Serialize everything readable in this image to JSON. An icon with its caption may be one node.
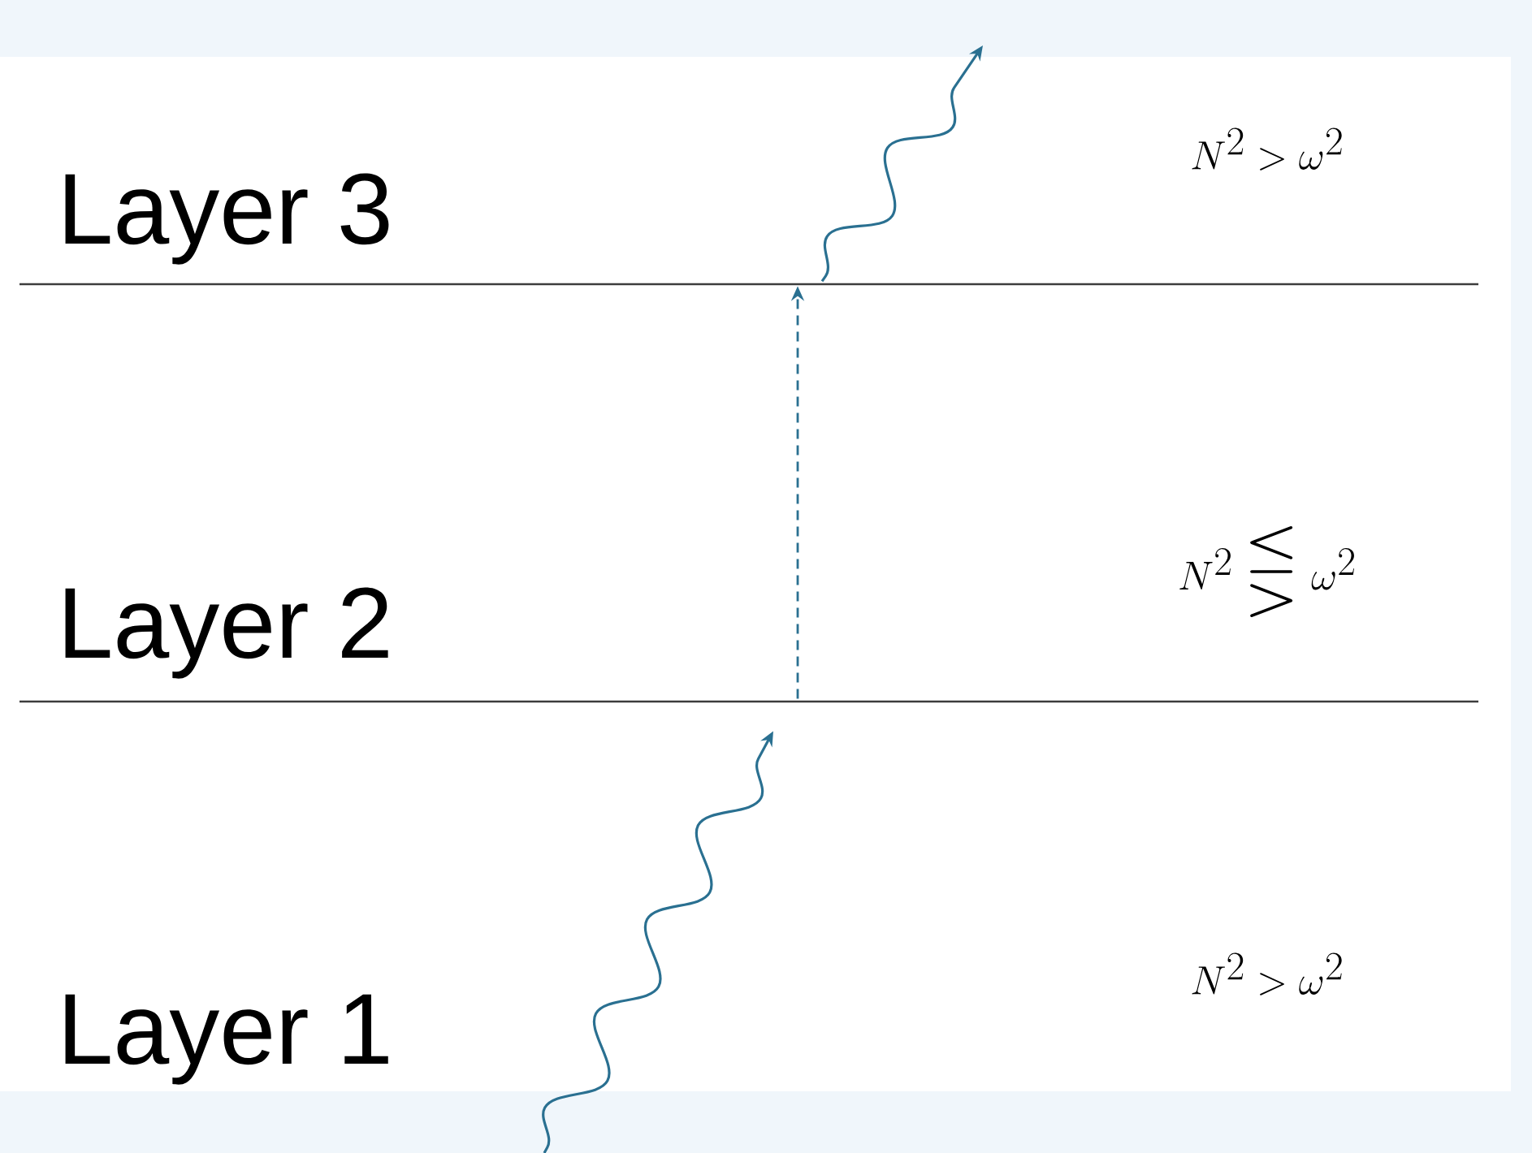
{
  "diagram": {
    "nodes": [
      {
        "text": [
          "Layer 1",
          "N^2 > \\omega^2"
        ]
      },
      {
        "text": [
          "Layer 2",
          "N^2 \\lesseqgtr \\omega^2"
        ]
      },
      {
        "text": [
          "Layer 3",
          "N^2 > \\omega^2"
        ]
      }
    ],
    "edges": [
      {
        "from": null,
        "to": 1,
        "arrow": "to"
      },
      {
        "from": 1,
        "to": 2,
        "arrow": "to",
        "style": "dashed"
      },
      {
        "from": 2,
        "to": null,
        "arrow": "to"
      }
    ]
  }
}
